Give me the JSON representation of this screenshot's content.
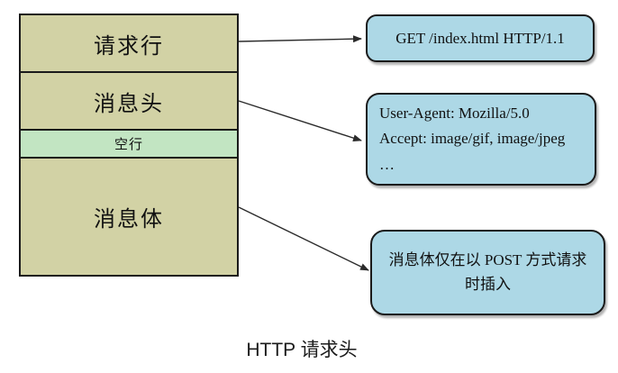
{
  "diagram": {
    "caption": "HTTP 请求头",
    "stack_rows": [
      {
        "label": "请求行"
      },
      {
        "label": "消息头"
      },
      {
        "label": "空行"
      },
      {
        "label": "消息体"
      }
    ],
    "callouts": {
      "request_line": {
        "text": "GET /index.html HTTP/1.1"
      },
      "headers": {
        "line1": "User-Agent: Mozilla/5.0",
        "line2": "Accept: image/gif, image/jpeg",
        "line3": "…"
      },
      "body_note": {
        "text": "消息体仅在以 POST 方式请求时插入"
      }
    },
    "colors": {
      "olive": "#D2D2A5",
      "green": "#C2E5C2",
      "blue": "#ADD8E6",
      "border": "#1A1A1A",
      "arrow": "#2B2B2B"
    }
  }
}
